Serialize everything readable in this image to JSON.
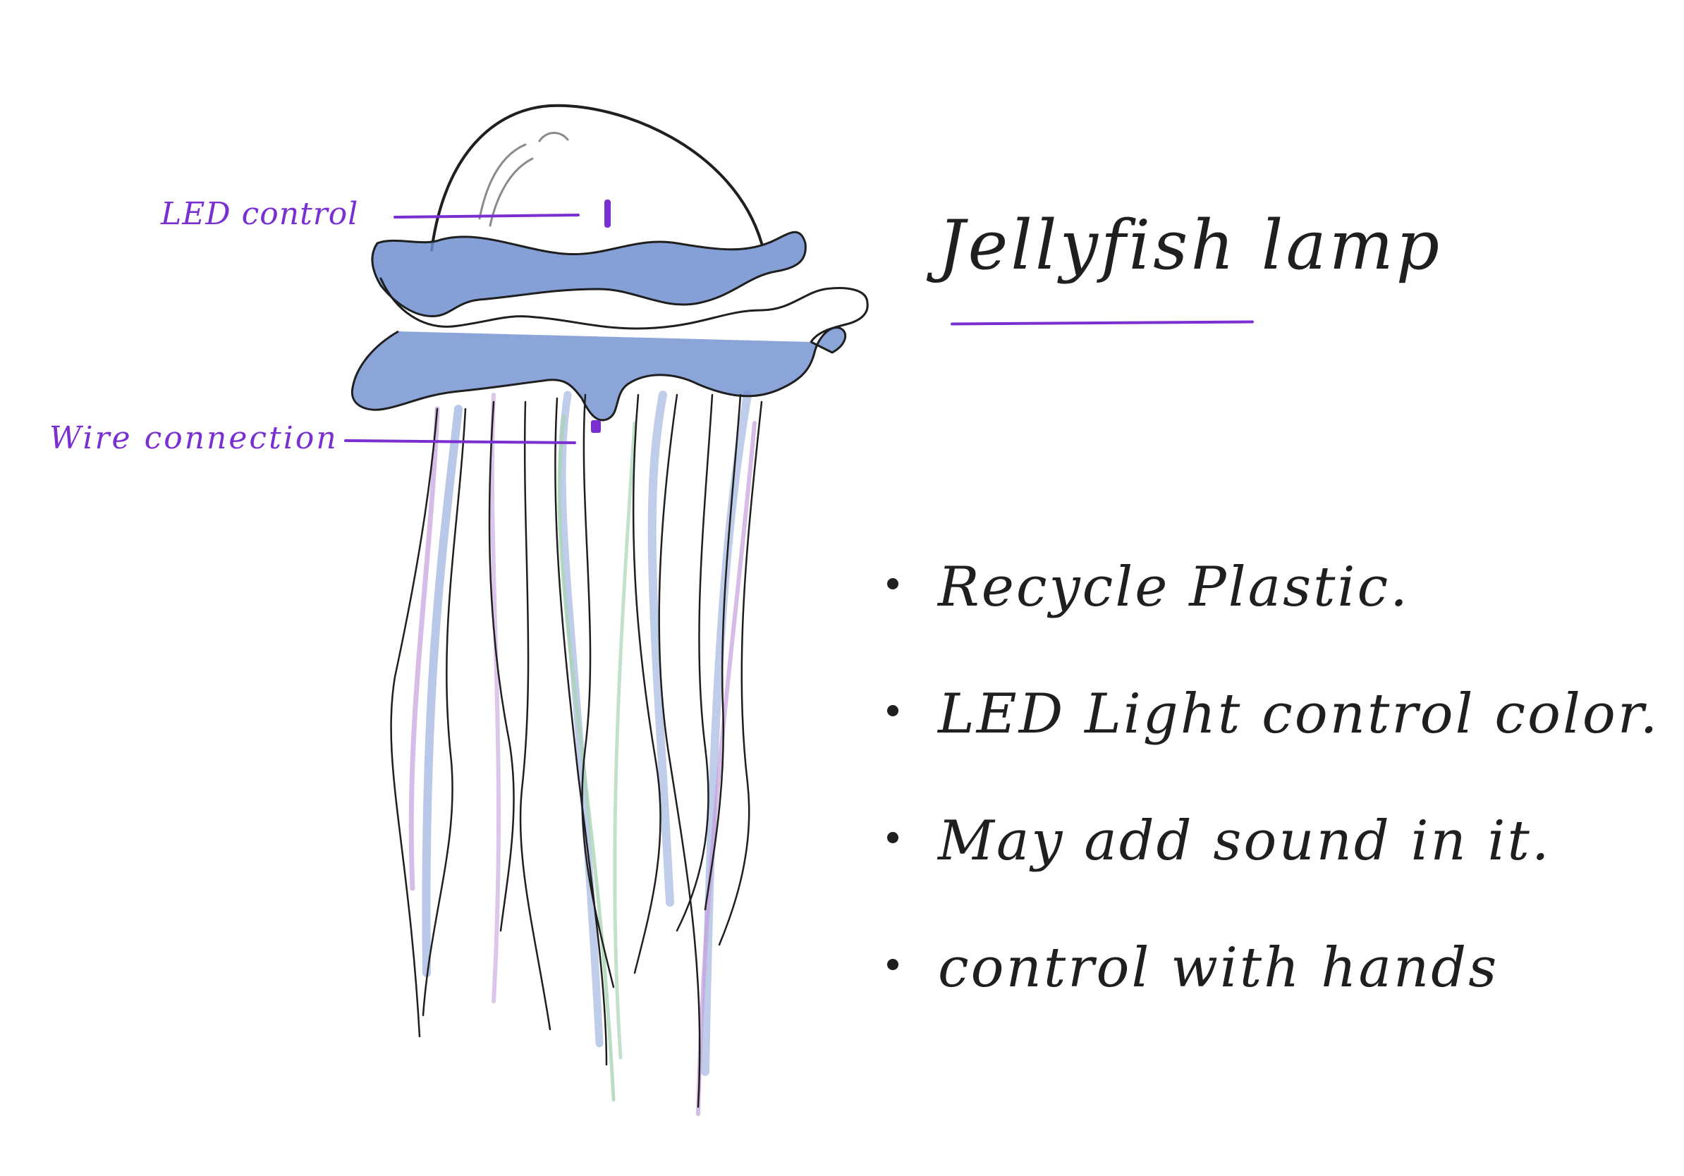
{
  "colors": {
    "ink": "#1f1f1f",
    "accent": "#7a2fd0",
    "body_fill": "#6f8fcf",
    "tentacle_blue": "#8aa3d8",
    "tentacle_violet": "#c4a0dc",
    "tentacle_green": "#a9d4b4"
  },
  "callouts": {
    "led": "LED control",
    "wire": "Wire connection"
  },
  "title": "Jellyfish lamp",
  "notes": [
    "Recycle Plastic.",
    "LED Light control color.",
    "May add sound in it.",
    "control with hands"
  ]
}
